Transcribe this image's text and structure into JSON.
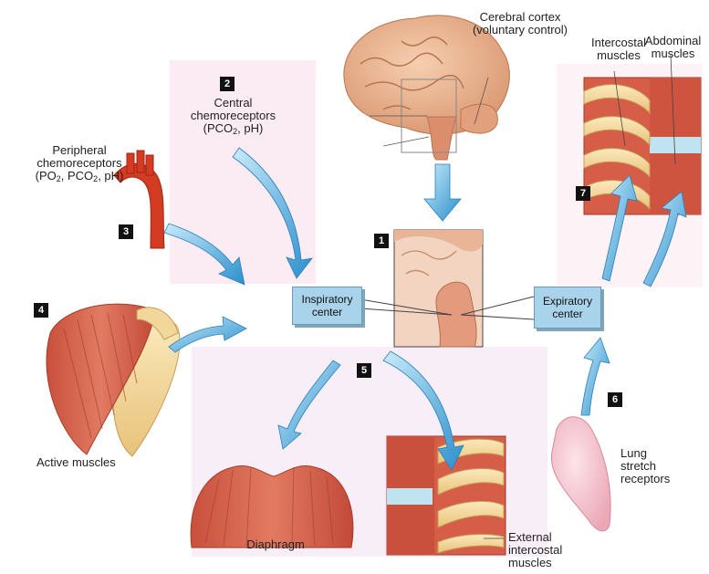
{
  "labels": {
    "cortex_line1": "Cerebral cortex",
    "cortex_line2": "(voluntary control)",
    "central_line1": "Central",
    "central_line2": "chemoreceptors",
    "central_pco": "(PCO",
    "central_pco_sub": "2",
    "central_pco_tail": ", pH)",
    "peripheral_line1": "Peripheral",
    "peripheral_line2": "chemoreceptors",
    "peripheral_po": "(PO",
    "peripheral_po_sub": "2",
    "peripheral_pco": ", PCO",
    "peripheral_pco_sub": "2",
    "peripheral_tail": ", pH)",
    "active_muscles": "Active muscles",
    "diaphragm": "Diaphragm",
    "external_line1": "External",
    "external_line2": "intercostal",
    "external_line3": "muscles",
    "lung_line1": "Lung",
    "lung_line2": "stretch",
    "lung_line3": "receptors",
    "intercostal_line1": "Intercostal",
    "intercostal_line2": "muscles",
    "abdominal_line1": "Abdominal",
    "abdominal_line2": "muscles",
    "inspiratory_line1": "Inspiratory",
    "inspiratory_line2": "center",
    "expiratory_line1": "Expiratory",
    "expiratory_line2": "center"
  },
  "step_numbers": [
    "1",
    "2",
    "3",
    "4",
    "5",
    "6",
    "7"
  ],
  "colors": {
    "muscle": "#d2604c",
    "bone": "#f4dca0",
    "brain": "#e8b090",
    "artery": "#d23a22",
    "arrow": "#3a9fd4",
    "center_box": "#a9d3ea",
    "lung": "#f6c4cf"
  }
}
